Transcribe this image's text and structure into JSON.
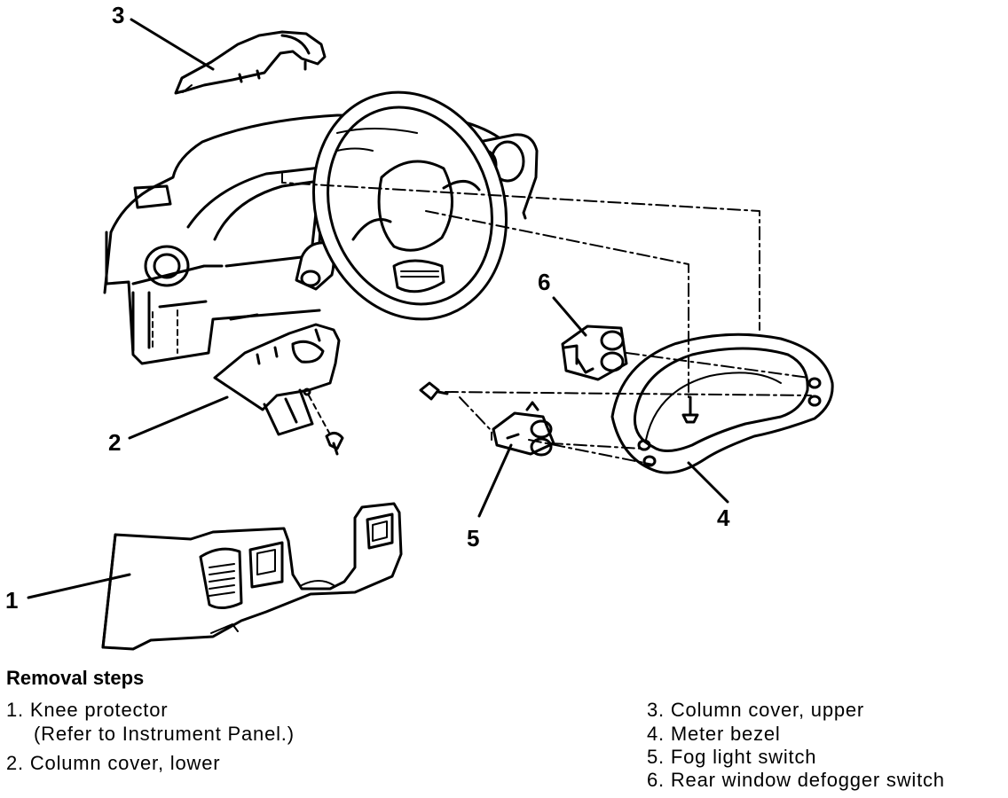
{
  "callouts": {
    "c1": "1",
    "c2": "2",
    "c3": "3",
    "c4": "4",
    "c5": "5",
    "c6": "6"
  },
  "removal_steps": {
    "title": "Removal steps",
    "left": [
      "1. Knee protector",
      "(Refer to Instrument Panel.)",
      "2. Column cover, lower"
    ],
    "right": [
      "3. Column cover, upper",
      "4. Meter bezel",
      "5. Fog light switch",
      "6. Rear window defogger switch"
    ]
  }
}
